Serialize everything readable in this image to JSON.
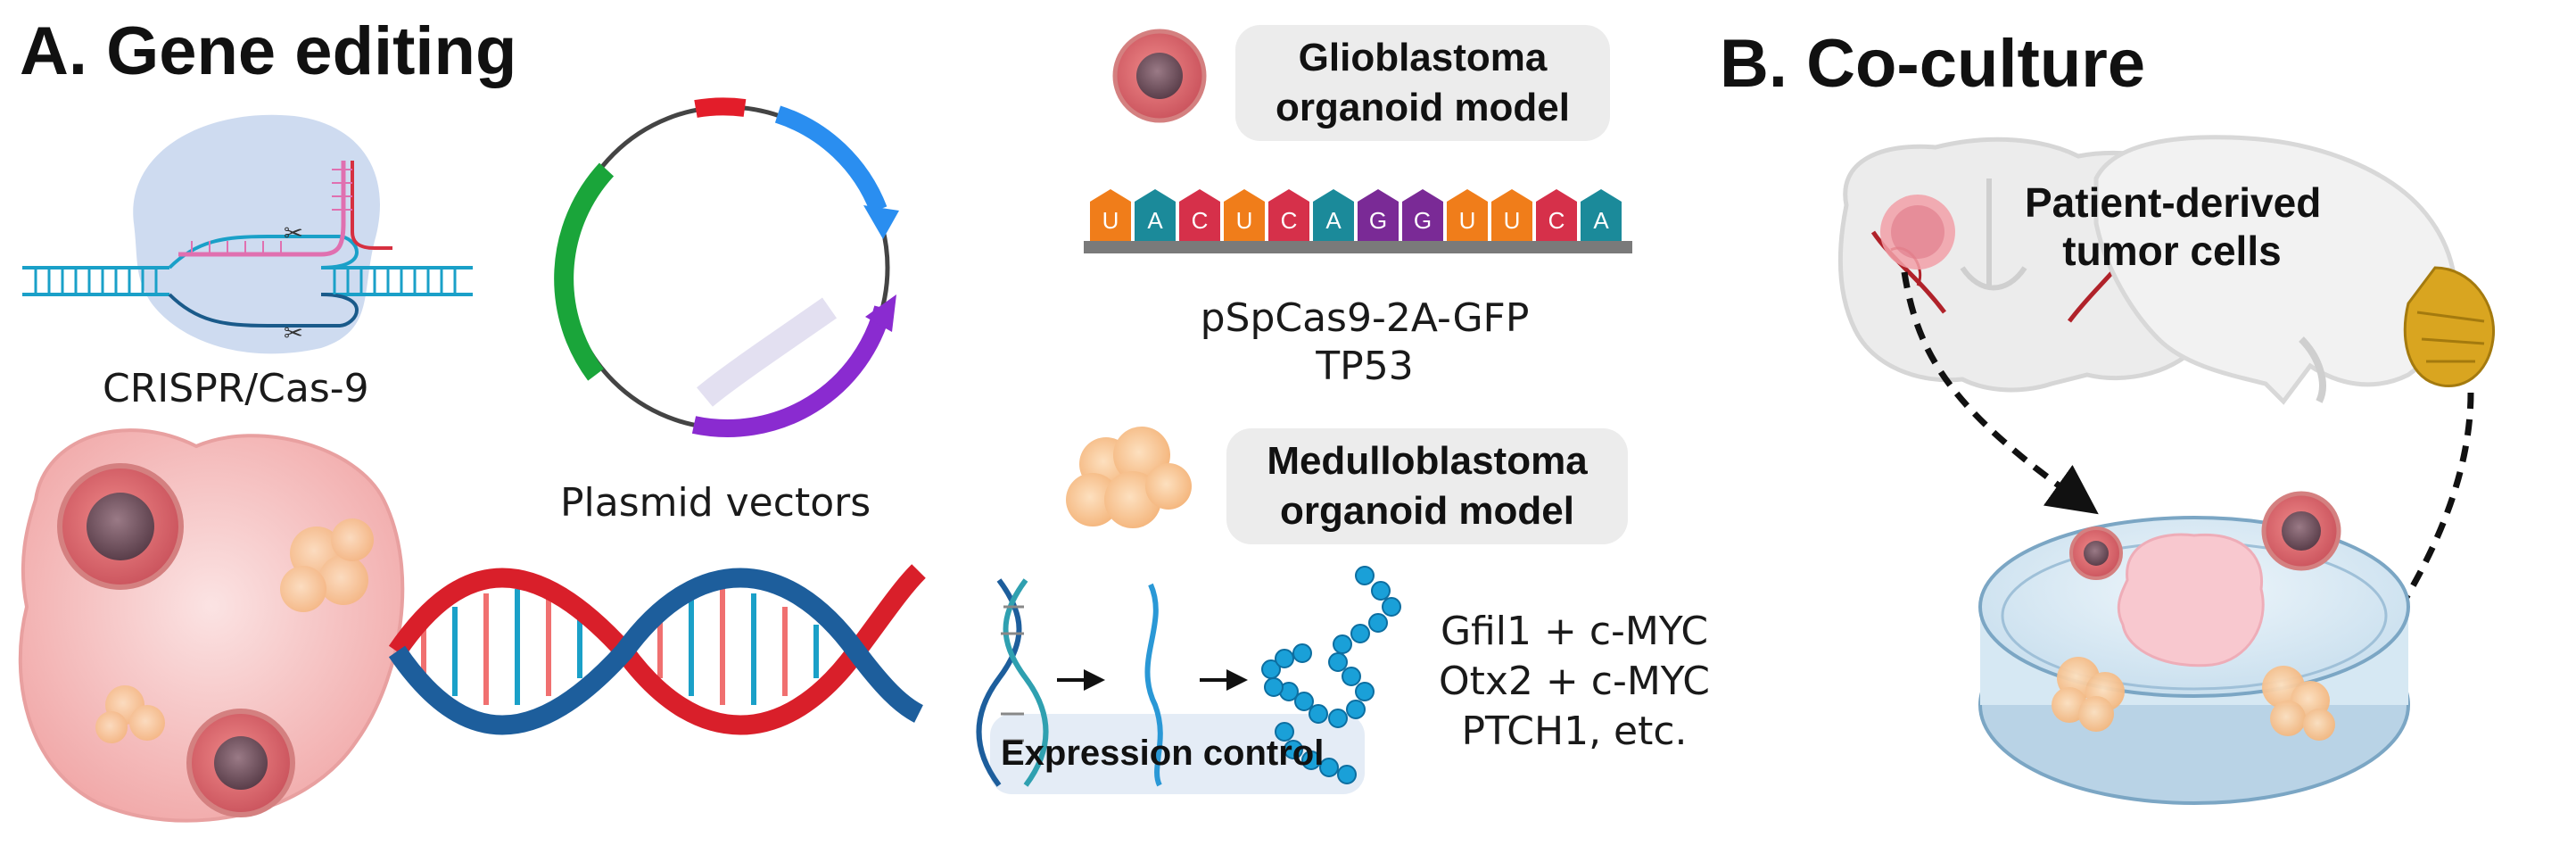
{
  "panel_a": {
    "title": "A. Gene editing",
    "crispr_label": "CRISPR/Cas-9",
    "plasmid_label": "Plasmid vectors",
    "glioblastoma": {
      "line1": "Glioblastoma",
      "line2": "organoid model"
    },
    "rna_bases": [
      "U",
      "A",
      "C",
      "U",
      "C",
      "A",
      "G",
      "G",
      "U",
      "U",
      "C",
      "A"
    ],
    "construct": {
      "line1": "pSpCas9-2A-GFP",
      "line2": "TP53"
    },
    "medulloblastoma": {
      "line1": "Medulloblastoma",
      "line2": "organoid model"
    },
    "expression_control": "Expression control",
    "targets": [
      "Gfil1 + c-MYC",
      "Otx2 + c-MYC",
      "PTCH1, etc."
    ]
  },
  "panel_b": {
    "title": "B. Co-culture",
    "cells_label": {
      "line1": "Patient-derived",
      "line2": "tumor cells"
    }
  },
  "colors": {
    "base_orange": "#f07d1a",
    "base_teal": "#1b8a9a",
    "base_red": "#d6304a",
    "base_purple": "#7a2a96",
    "dna_red": "#d91f2a",
    "dna_blue": "#1d5e9c",
    "plasmid_green": "#1aa53a",
    "plasmid_blue": "#2a8ef0",
    "plasmid_purple": "#8a2bd0",
    "tumor_pink": "#f6c1c1"
  }
}
